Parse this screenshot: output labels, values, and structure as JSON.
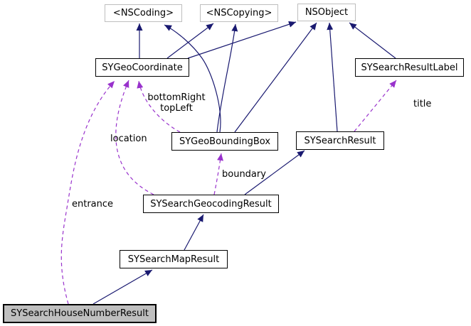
{
  "diagram_type": "class-collaboration-diagram",
  "colors": {
    "background": "#ffffff",
    "inheritance_edge": "#191970",
    "usage_edge": "#9932cc",
    "class_border": "#000000",
    "external_border": "#bebebe",
    "node_fill": "#ffffff",
    "highlighted_node_fill": "#bfbfbf",
    "text": "#000000"
  },
  "nodes": {
    "nscoding": {
      "label": "<NSCoding>",
      "kind": "external-protocol"
    },
    "nscopying": {
      "label": "<NSCopying>",
      "kind": "external-protocol"
    },
    "nsobject": {
      "label": "NSObject",
      "kind": "external-class"
    },
    "sygeocoordinate": {
      "label": "SYGeoCoordinate",
      "kind": "class"
    },
    "sysearchresultlabel": {
      "label": "SYSearchResultLabel",
      "kind": "class"
    },
    "sygeoboundingbox": {
      "label": "SYGeoBoundingBox",
      "kind": "class"
    },
    "sysearchresult": {
      "label": "SYSearchResult",
      "kind": "class"
    },
    "sysearchgeocodingresult": {
      "label": "SYSearchGeocodingResult",
      "kind": "class"
    },
    "sysearchmapresult": {
      "label": "SYSearchMapResult",
      "kind": "class"
    },
    "sysearchhousenumberresult": {
      "label": "SYSearchHouseNumberResult",
      "kind": "current-class-highlighted"
    }
  },
  "edge_labels": {
    "bounding_line1": "bottomRight",
    "bounding_line2": "topLeft",
    "location": "location",
    "boundary": "boundary",
    "entrance": "entrance",
    "title": "title"
  },
  "edges": {
    "inheritance": [
      {
        "from": "SYGeoCoordinate",
        "to": "<NSCoding>"
      },
      {
        "from": "SYGeoCoordinate",
        "to": "<NSCopying>"
      },
      {
        "from": "SYGeoCoordinate",
        "to": "NSObject"
      },
      {
        "from": "SYGeoBoundingBox",
        "to": "<NSCoding>"
      },
      {
        "from": "SYGeoBoundingBox",
        "to": "<NSCopying>"
      },
      {
        "from": "SYGeoBoundingBox",
        "to": "NSObject"
      },
      {
        "from": "SYSearchResult",
        "to": "NSObject"
      },
      {
        "from": "SYSearchResultLabel",
        "to": "NSObject"
      },
      {
        "from": "SYSearchGeocodingResult",
        "to": "SYSearchResult"
      },
      {
        "from": "SYSearchMapResult",
        "to": "SYSearchGeocodingResult"
      },
      {
        "from": "SYSearchHouseNumberResult",
        "to": "SYSearchMapResult"
      }
    ],
    "usage": [
      {
        "from": "SYGeoBoundingBox",
        "to": "SYGeoCoordinate",
        "label": "bottomRight / topLeft"
      },
      {
        "from": "SYSearchGeocodingResult",
        "to": "SYGeoCoordinate",
        "label": "location"
      },
      {
        "from": "SYSearchGeocodingResult",
        "to": "SYGeoBoundingBox",
        "label": "boundary"
      },
      {
        "from": "SYSearchHouseNumberResult",
        "to": "SYGeoCoordinate",
        "label": "entrance"
      },
      {
        "from": "SYSearchResult",
        "to": "SYSearchResultLabel",
        "label": "title"
      }
    ]
  }
}
